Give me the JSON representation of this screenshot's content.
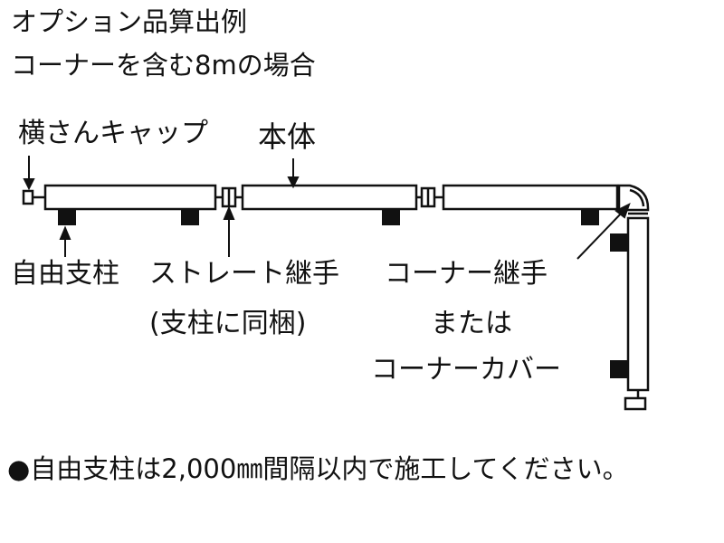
{
  "title": {
    "line1": "オプション品算出例",
    "line2": "コーナーを含む8mの場合"
  },
  "labels": {
    "end_cap": "横さんキャップ",
    "main_body": "本体",
    "free_post": "自由支柱",
    "straight_joint": "ストレート継手",
    "straight_joint_note": "(支柱に同梱)",
    "corner_joint": "コーナー継手",
    "corner_or": "または",
    "corner_cover": "コーナーカバー"
  },
  "note": "●自由支柱は2,000㎜間隔以内で施工してください。",
  "colors": {
    "line": "#111111",
    "post_fill": "#111111",
    "background": "#ffffff"
  }
}
